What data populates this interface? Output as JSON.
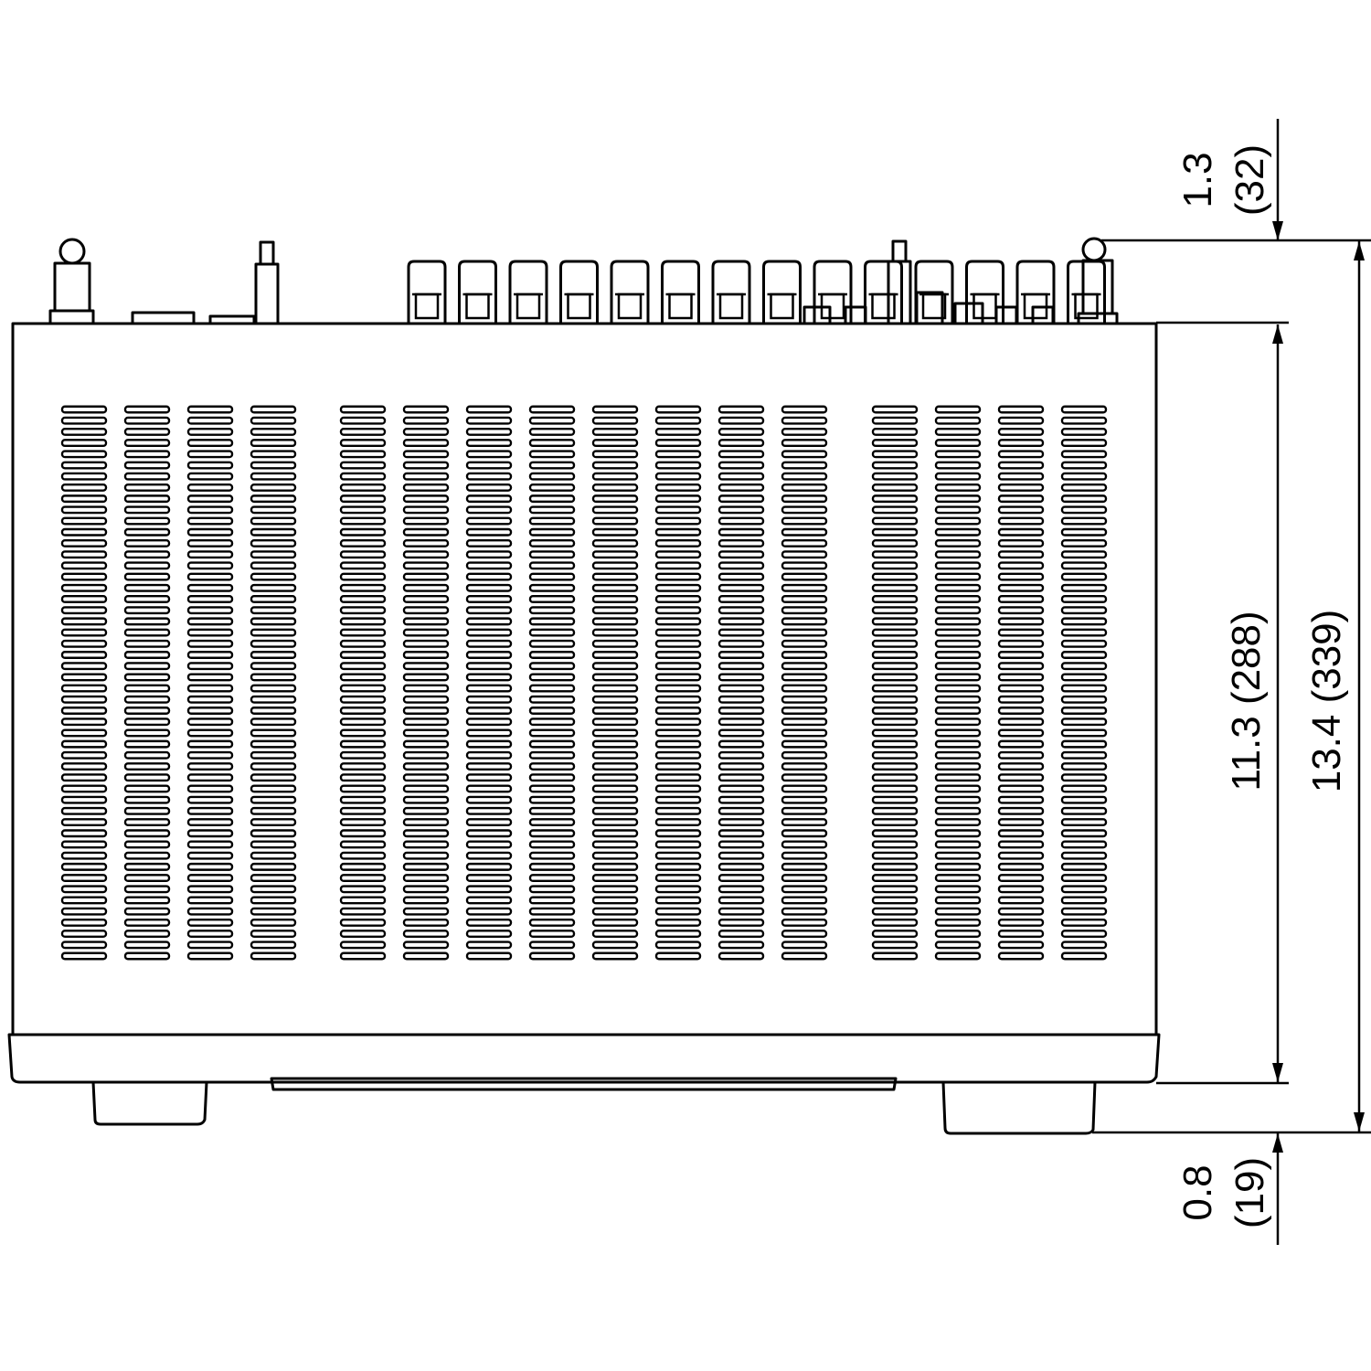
{
  "dimensions": {
    "top_protrusion": {
      "inch": "1.3",
      "mm": "(32)"
    },
    "body_depth": {
      "label": "11.3 (288)"
    },
    "total_depth": {
      "label": "13.4 (339)"
    },
    "foot_protrusion": {
      "inch": "0.8",
      "mm": "(19)"
    }
  },
  "vent_grille": {
    "groups": [
      4,
      8,
      4
    ],
    "slots_per_column": 50
  },
  "rear_terminals": {
    "count": 14
  },
  "colors": {
    "line": "#000000",
    "background": "#ffffff"
  }
}
